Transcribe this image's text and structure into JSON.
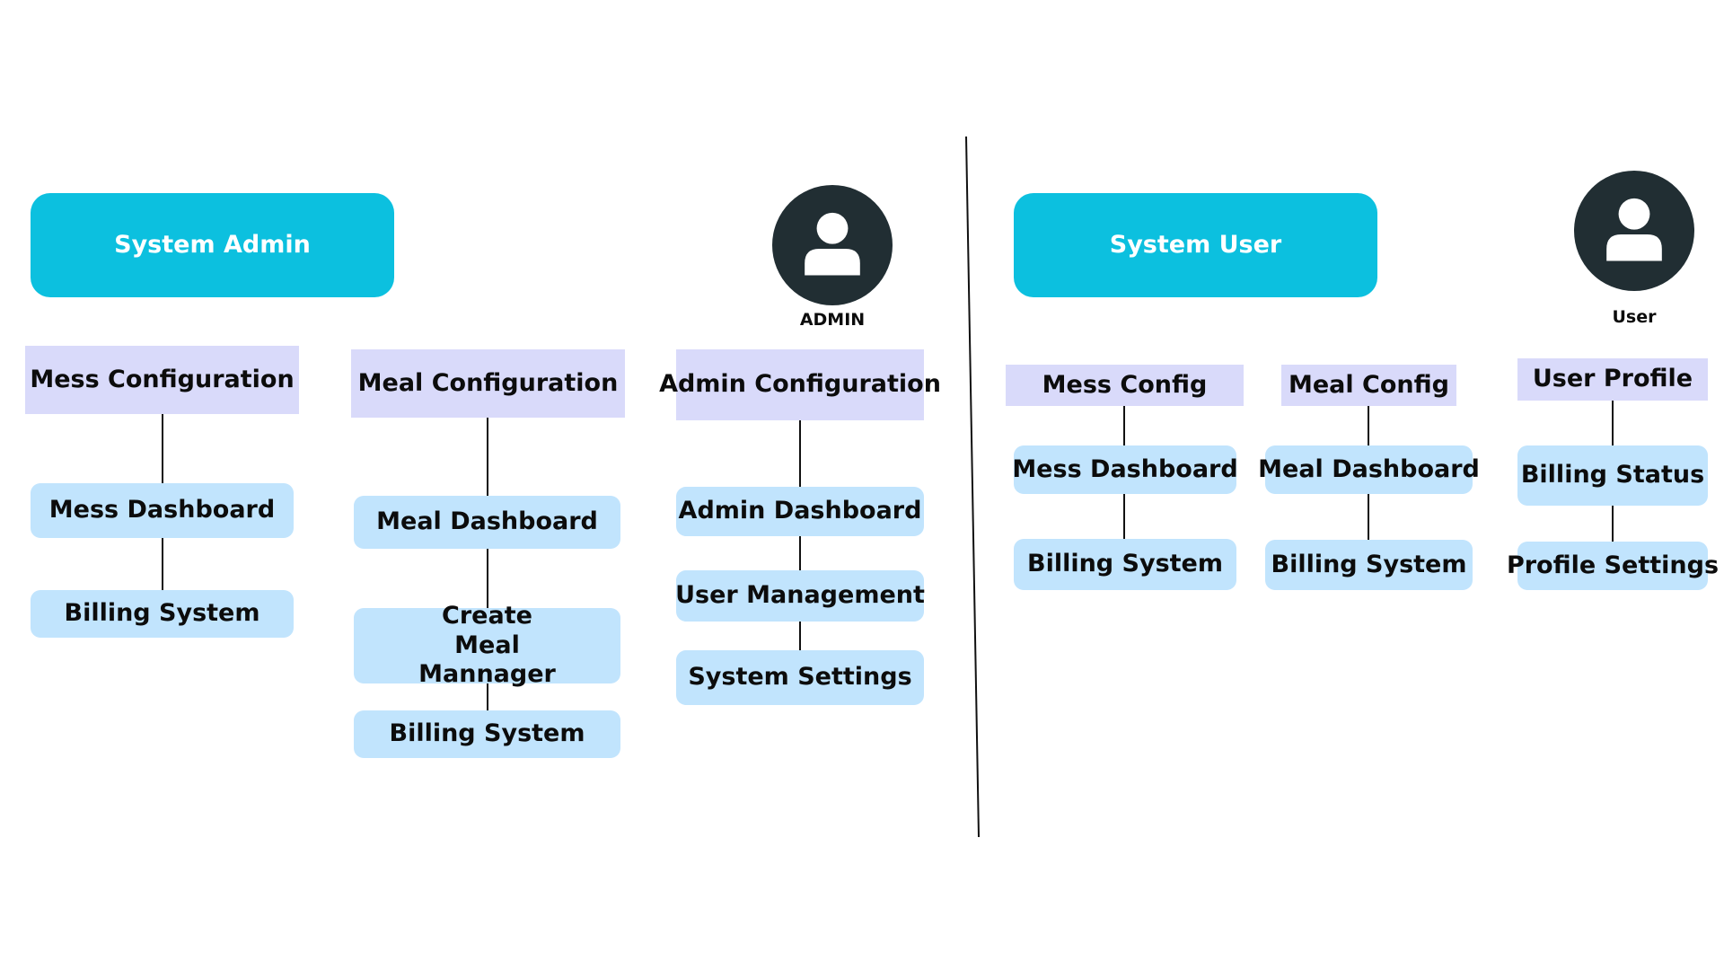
{
  "admin": {
    "role_label": "System Admin",
    "avatar_icon": "user-icon",
    "avatar_caption": "ADMIN",
    "mess": {
      "config": "Mess Configuration",
      "items": [
        "Mess Dashboard",
        "Billing System"
      ]
    },
    "meal": {
      "config": "Meal Configuration",
      "items": [
        "Meal Dashboard",
        "Create Meal Mannager",
        "Billing System"
      ]
    },
    "adm": {
      "config": "Admin Configuration",
      "items": [
        "Admin Dashboard",
        "User Management",
        "System Settings"
      ]
    }
  },
  "user": {
    "role_label": "System User",
    "avatar_icon": "user-icon",
    "avatar_caption": "User",
    "mess": {
      "config": "Mess Config",
      "items": [
        "Mess Dashboard",
        "Billing System"
      ]
    },
    "meal": {
      "config": "Meal Config",
      "items": [
        "Meal Dashboard",
        "Billing System"
      ]
    },
    "profile": {
      "config": "User Profile",
      "items": [
        "Billing Status",
        "Profile Settings"
      ]
    }
  },
  "colors": {
    "role_fill": "#0cc0df",
    "config_fill": "#d9dafa",
    "leaf_fill": "#c1e4fd",
    "avatar_fill": "#212e33",
    "line": "#111111"
  }
}
